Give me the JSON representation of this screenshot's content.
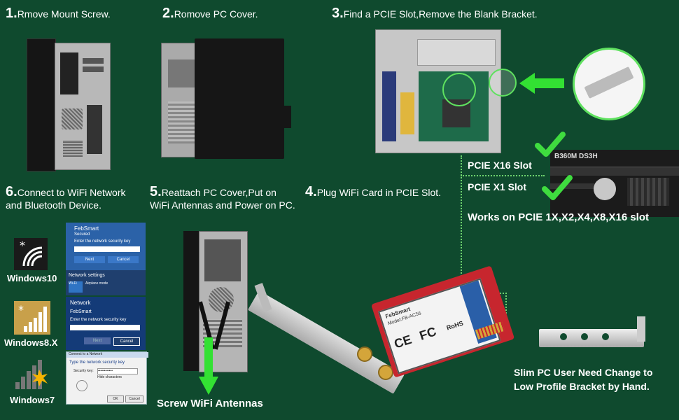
{
  "steps": {
    "s1": {
      "num": "1.",
      "text": "Rmove Mount Screw."
    },
    "s2": {
      "num": "2.",
      "text": "Romove PC Cover."
    },
    "s3": {
      "num": "3.",
      "text": "Find a PCIE Slot,Remove the Blank Bracket."
    },
    "s4": {
      "num": "4.",
      "text": "Plug WiFi Card in PCIE Slot."
    },
    "s5": {
      "num": "5.",
      "line1": "Reattach PC Cover,Put on",
      "line2": "WiFi Antennas and Power on PC."
    },
    "s6": {
      "num": "6.",
      "line1": "Connect to WiFi Network",
      "line2": "and Bluetooth Device."
    }
  },
  "labels": {
    "pcie_x16": "PCIE X16 Slot",
    "pcie_x1": "PCIE X1 Slot",
    "works_on": "Works on PCIE 1X,X2,X4,X8,X16 slot",
    "slim_line1": "Slim PC User Need Change to",
    "slim_line2": "Low Profile Bracket by Hand.",
    "screw": "Screw WiFi Antennas",
    "mobo_text": "B360M DS3H"
  },
  "os": {
    "win10": "Windows10",
    "win8": "Windows8.X",
    "win7": "Windows7"
  },
  "screens": {
    "w10": {
      "network": "FebSmart",
      "status": "Secured",
      "prompt": "Enter the network security key",
      "next": "Next",
      "cancel": "Cancel",
      "settings": "Network settings",
      "wifi": "Wi-Fi",
      "airplane": "Airplane mode"
    },
    "w8": {
      "header": "Network",
      "network": "FebSmart",
      "prompt": "Enter the network security key",
      "next": "Next",
      "cancel": "Cancel"
    },
    "w7": {
      "title": "Connect to a Network",
      "prompt": "Type the network security key",
      "field_label": "Security key:",
      "key": "••••••••••••",
      "hide": "Hide characters",
      "ok": "OK",
      "cancel": "Cancel"
    }
  },
  "card": {
    "brand": "FebSmart",
    "model": "Model:FB-AC56",
    "ce": "CE",
    "fc": "FC",
    "rohs": "RoHS"
  },
  "colors": {
    "background": "#0f4a2e",
    "arrow": "#33e133",
    "check": "#3fdc3f"
  }
}
